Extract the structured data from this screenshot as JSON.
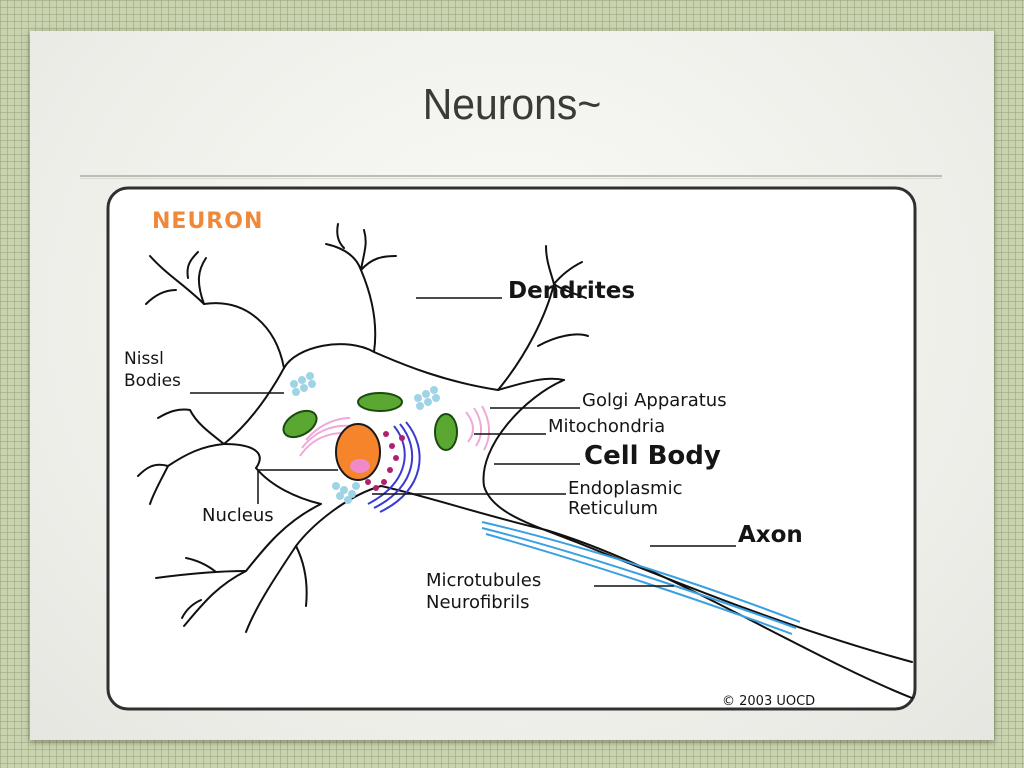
{
  "slide": {
    "title": "Neurons~"
  },
  "diagram": {
    "heading": "NEURON",
    "heading_color": "#f0883a",
    "labels": {
      "dendrites": "Dendrites",
      "nissl_line1": "Nissl",
      "nissl_line2": "Bodies",
      "golgi": "Golgi Apparatus",
      "mitochondria": "Mitochondria",
      "cell_body": "Cell Body",
      "er_line1": "Endoplasmic",
      "er_line2": "Reticulum",
      "nucleus": "Nucleus",
      "axon": "Axon",
      "micro_line1": "Microtubules",
      "micro_line2": "Neurofibrils"
    },
    "copyright": "© 2003 UOCD",
    "colors": {
      "nucleus": "#f5842a",
      "nucleolus": "#f08ac8",
      "mitochondria": "#5aa832",
      "nissl": "#9fd4e6",
      "golgi": "#f0a8d8",
      "er": "#3a3ad0",
      "ribosomes": "#b0206e",
      "microtubules": "#3aa0e0"
    }
  }
}
